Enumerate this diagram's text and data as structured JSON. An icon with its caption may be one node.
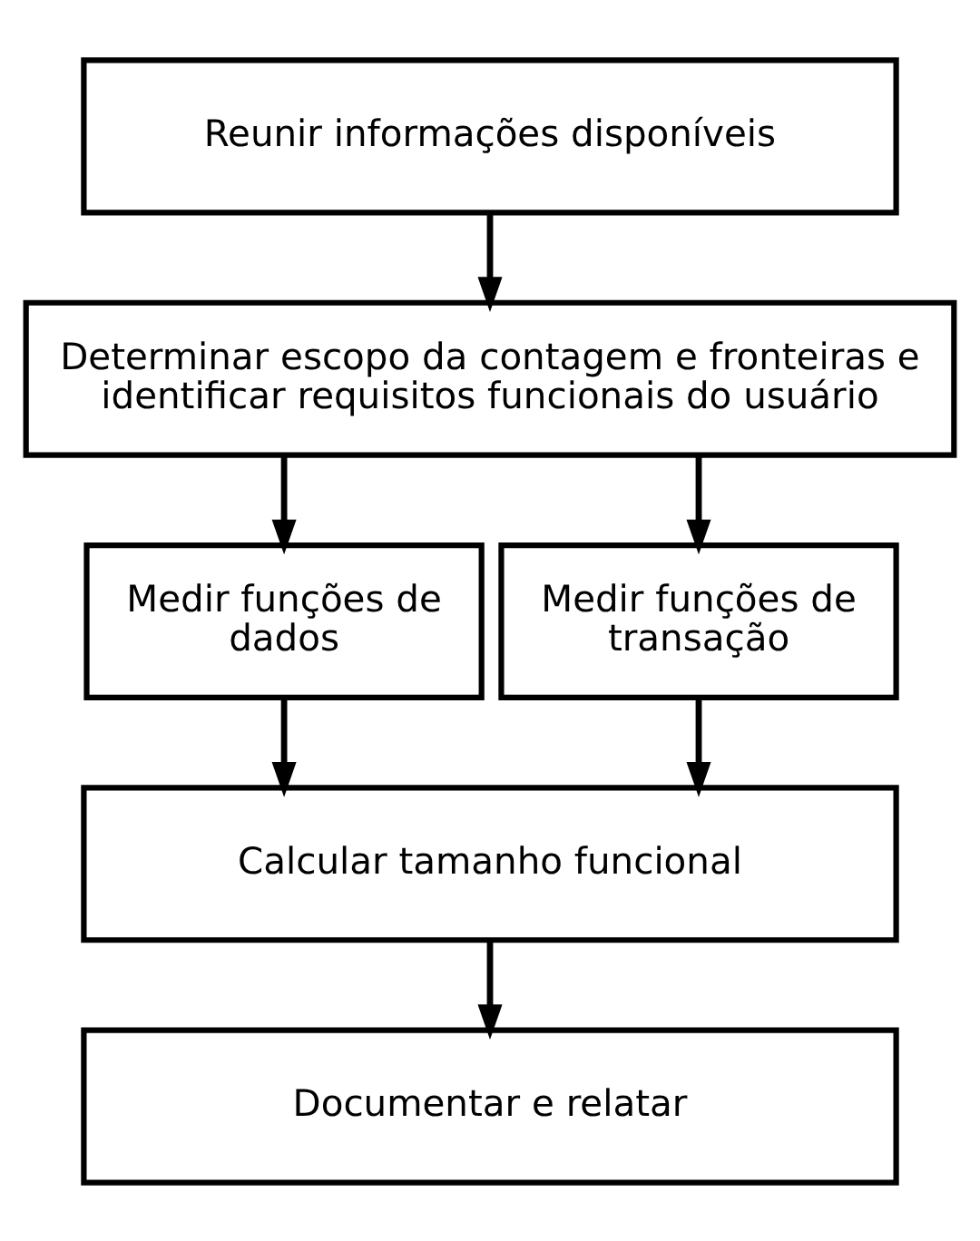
{
  "diagram": {
    "nodes": [
      {
        "text": [
          "Reunir informações disponíveis"
        ]
      },
      {
        "text": [
          "Determinar escopo da contagem e fronteiras e identificar requisitos funcionais do usuário"
        ]
      },
      {
        "text": [
          "Medir funções de dados"
        ]
      },
      {
        "text": [
          "Medir funções de transação"
        ]
      },
      {
        "text": [
          "Calcular tamanho funcional"
        ]
      },
      {
        "text": [
          "Documentar e relatar"
        ]
      }
    ],
    "edges": [
      {
        "from": 0,
        "to": 1,
        "arrow": "to"
      },
      {
        "from": 1,
        "to": 2,
        "arrow": "to"
      },
      {
        "from": 1,
        "to": 3,
        "arrow": "to"
      },
      {
        "from": 2,
        "to": 4,
        "arrow": "to"
      },
      {
        "from": 3,
        "to": 4,
        "arrow": "to"
      },
      {
        "from": 4,
        "to": 5,
        "arrow": "to"
      }
    ]
  }
}
